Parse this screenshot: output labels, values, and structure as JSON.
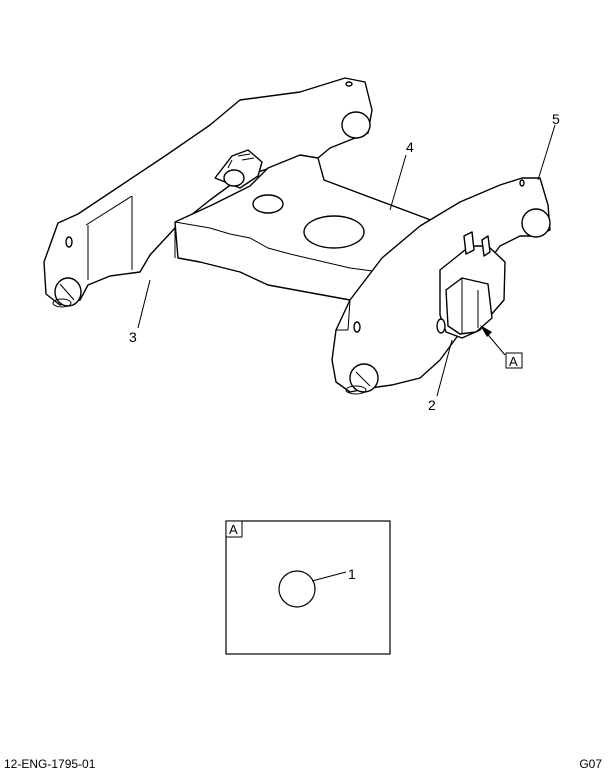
{
  "callouts": {
    "c1": "1",
    "c2": "2",
    "c3": "3",
    "c4": "4",
    "c5": "5"
  },
  "view_tags": {
    "main_tag": "A",
    "detail_tag": "A"
  },
  "footer": {
    "drawing_number": "12-ENG-1795-01",
    "sheet_code": "G07"
  }
}
